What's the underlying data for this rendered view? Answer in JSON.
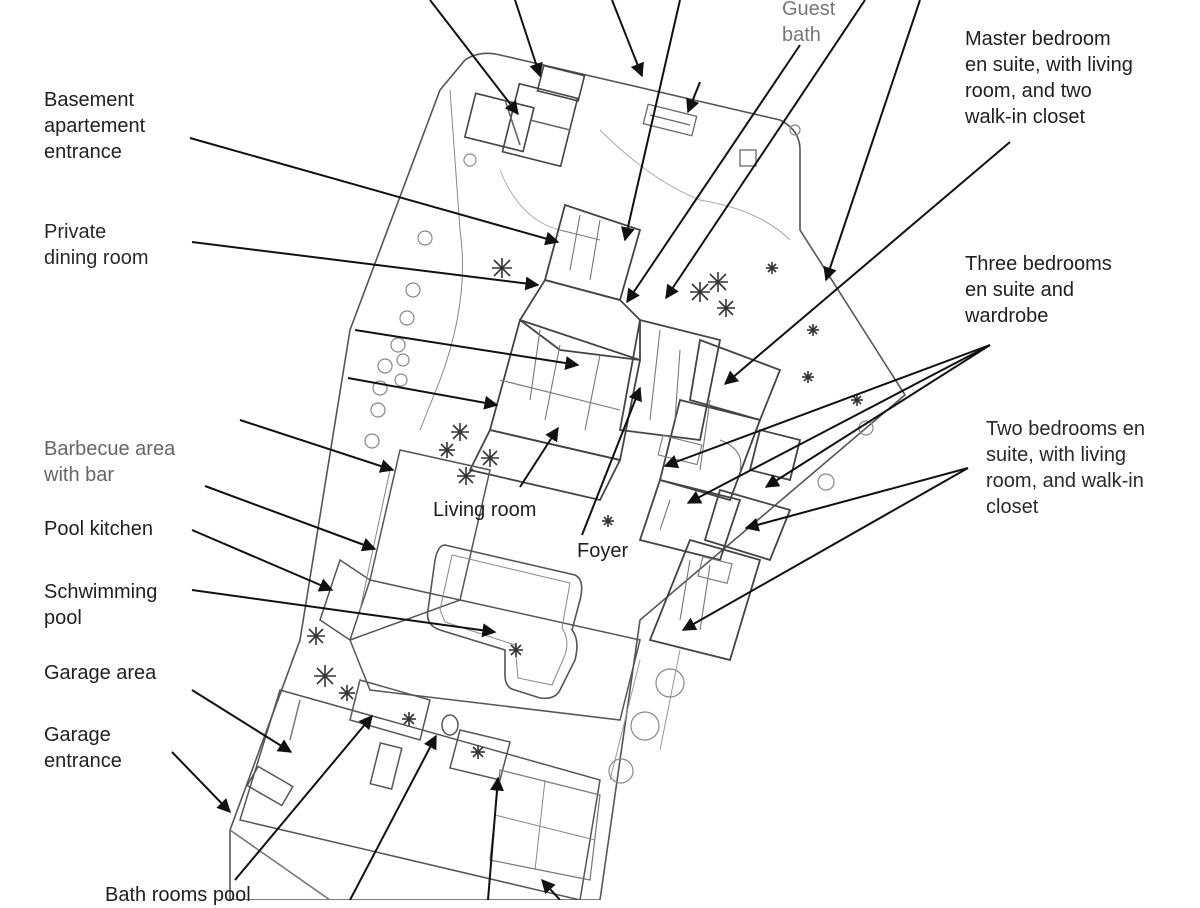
{
  "labels": {
    "basement_entrance": "Basement\napartement\nentrance",
    "private_dining": "Private\ndining room",
    "barbecue": "Barbecue area\nwith bar",
    "pool_kitchen": "Pool kitchen",
    "swimming_pool": "Schwimming\npool",
    "garage_area": "Garage area",
    "garage_entrance": "Garage\nentrance",
    "bathrooms_pool": "Bath rooms pool",
    "guest_bath": "Guest\nbath",
    "master_bedroom": "Master bedroom\nen suite, with living\nroom, and  two\nwalk-in closet",
    "three_bedrooms": "Three bedrooms\nen suite and\nwardrobe",
    "two_bedrooms": "Two bedrooms en\nsuite, with living\nroom, and walk-in\ncloset",
    "living_room": "Living room",
    "foyer": "Foyer"
  },
  "colors": {
    "ink": "#1f1f1f",
    "faded_ink": "#666666",
    "plan_line": "#555555",
    "plan_light": "#9a9a9a",
    "background": "#ffffff"
  }
}
